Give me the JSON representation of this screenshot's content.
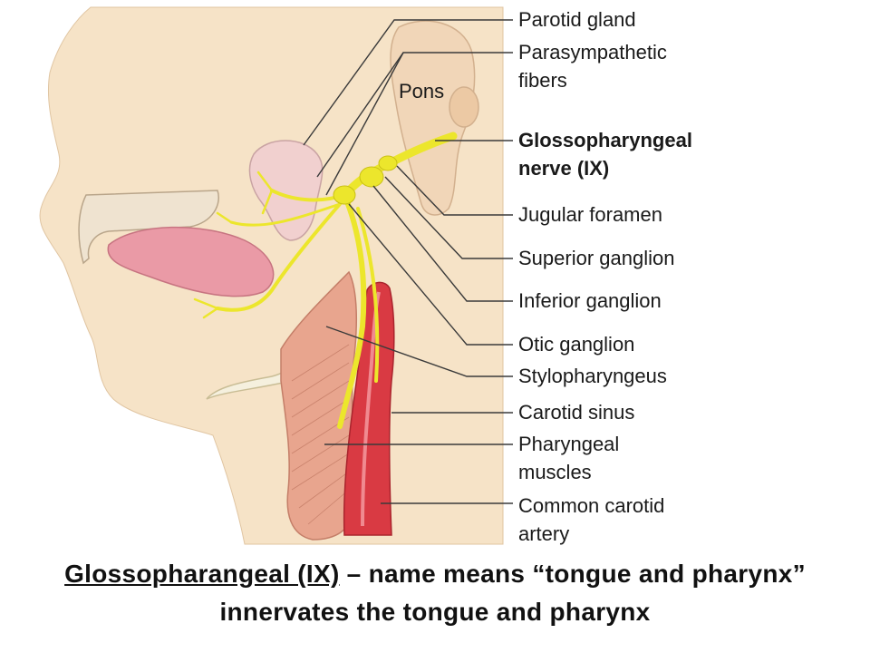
{
  "colors": {
    "skin": "#f6e3c7",
    "nerve": "#ece62c",
    "artery": "#d93a43",
    "muscle": "#e8a58e",
    "gland": "#f1d0cf",
    "brainstem": "#f1d6b8",
    "tongue": "#ea9aa6",
    "leader_line": "#3a3a3a"
  },
  "diagram": {
    "pons_label": "Pons",
    "labels": [
      {
        "id": "parotid-gland",
        "lines": [
          "Parotid gland"
        ],
        "bold": false
      },
      {
        "id": "parasympathetic-fibers",
        "lines": [
          "Parasympathetic",
          "fibers"
        ],
        "bold": false
      },
      {
        "id": "glossopharyngeal-nerve",
        "lines": [
          "Glossopharyngeal",
          "nerve (IX)"
        ],
        "bold": true
      },
      {
        "id": "jugular-foramen",
        "lines": [
          "Jugular foramen"
        ],
        "bold": false
      },
      {
        "id": "superior-ganglion",
        "lines": [
          "Superior ganglion"
        ],
        "bold": false
      },
      {
        "id": "inferior-ganglion",
        "lines": [
          "Inferior ganglion"
        ],
        "bold": false
      },
      {
        "id": "otic-ganglion",
        "lines": [
          "Otic ganglion"
        ],
        "bold": false
      },
      {
        "id": "stylopharyngeus",
        "lines": [
          "Stylopharyngeus"
        ],
        "bold": false
      },
      {
        "id": "carotid-sinus",
        "lines": [
          "Carotid sinus"
        ],
        "bold": false
      },
      {
        "id": "pharyngeal-muscles",
        "lines": [
          "Pharyngeal",
          "muscles"
        ],
        "bold": false
      },
      {
        "id": "common-carotid-artery",
        "lines": [
          "Common carotid",
          "artery"
        ],
        "bold": false
      }
    ]
  },
  "caption": {
    "underlined": "Glossopharangeal (IX)",
    "rest": " – name means “tongue and pharynx” innervates the tongue and pharynx"
  }
}
